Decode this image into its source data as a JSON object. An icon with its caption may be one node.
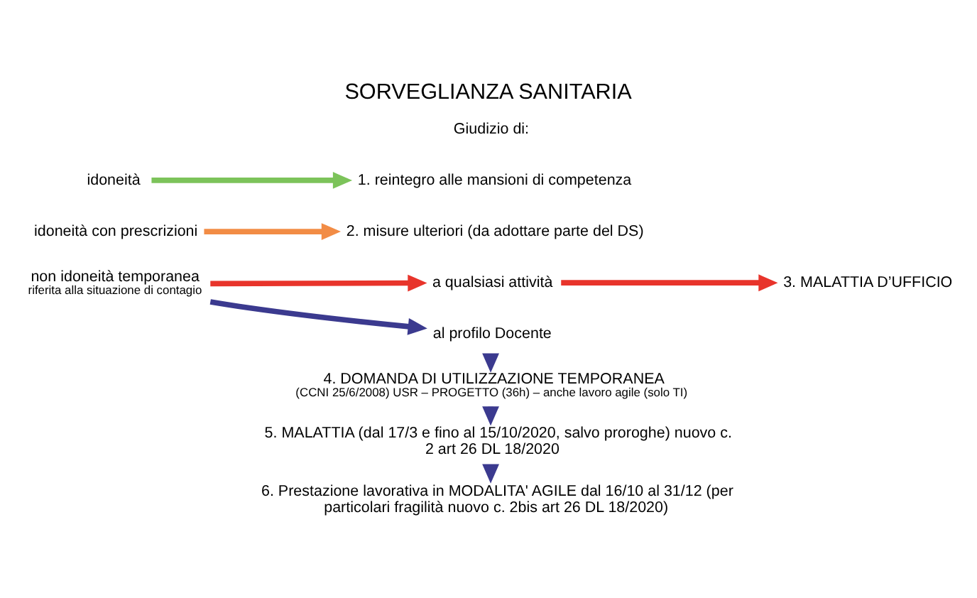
{
  "diagram": {
    "title": "SORVEGLIANZA SANITARIA",
    "nodes": [
      {
        "text": [
          "idoneità"
        ]
      },
      {
        "text": [
          "1. reintegro alle mansioni di competenza"
        ]
      },
      {
        "text": [
          "idoneità con prescrizioni"
        ]
      },
      {
        "text": [
          "2. misure ulteriori (da adottare parte del DS)"
        ]
      },
      {
        "text": [
          "non idoneità temporanea",
          "riferita alla situazione di contagio"
        ]
      },
      {
        "text": [
          "a qualsiasi attività"
        ]
      },
      {
        "text": [
          "3. MALATTIA D’UFFICIO"
        ]
      },
      {
        "text": [
          "al profilo Docente"
        ]
      },
      {
        "text": [
          "4. DOMANDA DI UTILIZZAZIONE TEMPORANEA",
          "(CCNI 25/6/2008) USR – PROGETTO (36h) – anche lavoro agile (solo TI)"
        ]
      },
      {
        "text": [
          "5. MALATTIA (dal 17/3 e fino al 15/10/2020, salvo proroghe) nuovo c. 2 art 26 DL 18/2020"
        ]
      },
      {
        "text": [
          "6. Prestazione lavorativa in MODALITA' AGILE dal 16/10 al 31/12 (per particolari fragilità nuovo c. 2bis art 26 DL 18/2020)"
        ]
      }
    ],
    "edges": [
      {
        "from": 0,
        "to": 1,
        "arrow": "to",
        "color": "#7cc35a"
      },
      {
        "from": 2,
        "to": 3,
        "arrow": "to",
        "color": "#f28c45"
      },
      {
        "from": 4,
        "to": 5,
        "arrow": "to",
        "color": "#e8342b"
      },
      {
        "from": 5,
        "to": 6,
        "arrow": "to",
        "color": "#e8342b"
      },
      {
        "from": 4,
        "to": 7,
        "arrow": "to",
        "color": "#3b3a8f"
      },
      {
        "from": 7,
        "to": 8,
        "arrow": "to",
        "color": "#3b3a8f"
      },
      {
        "from": 8,
        "to": 9,
        "arrow": "to",
        "color": "#3b3a8f"
      },
      {
        "from": 9,
        "to": 10,
        "arrow": "to",
        "color": "#3b3a8f"
      }
    ],
    "labels": [
      "Giudizio di:"
    ]
  }
}
